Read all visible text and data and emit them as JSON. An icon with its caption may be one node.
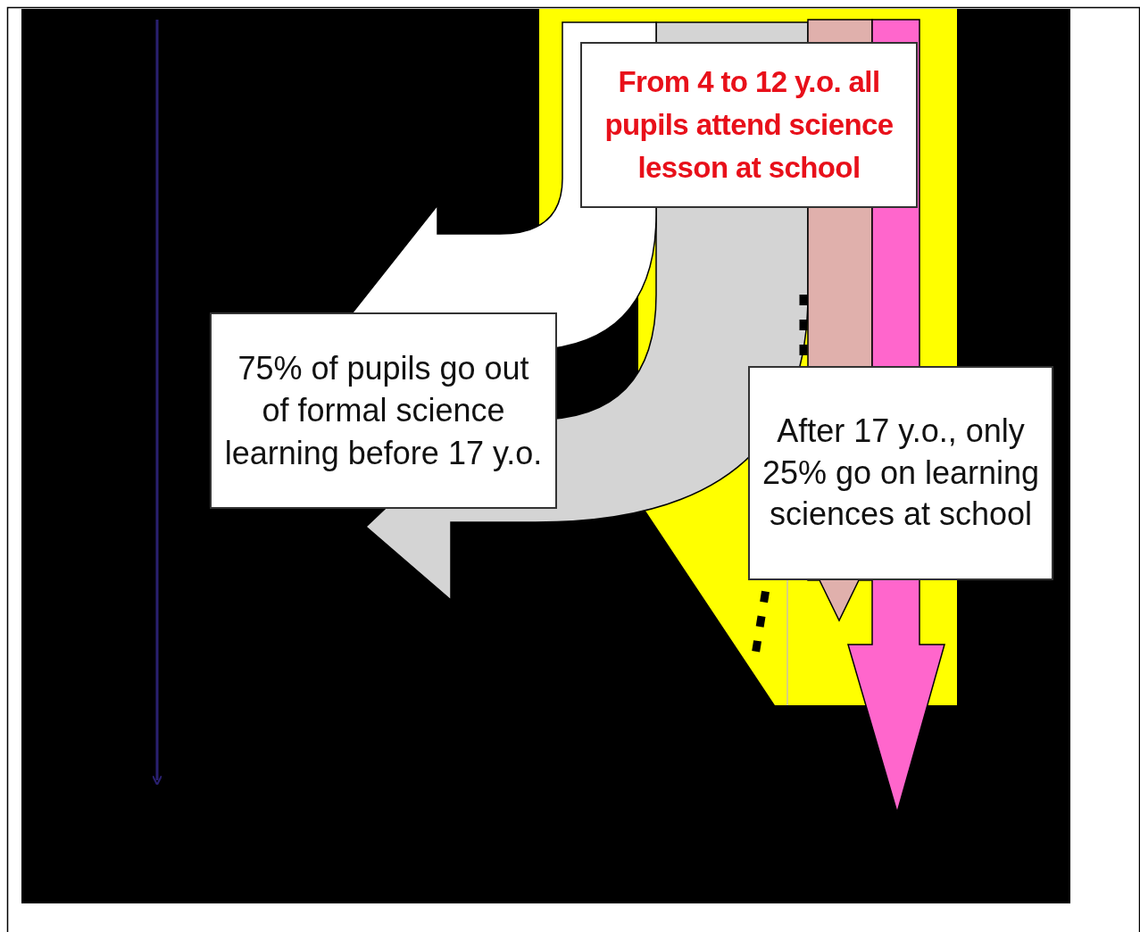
{
  "diagram": {
    "nodes": [
      {
        "text": [
          "From 4 to 12 y.o. all pupils attend science lesson at school"
        ]
      },
      {
        "text": [
          "75% of pupils go out of formal science learning before 17 y.o."
        ]
      },
      {
        "text": [
          "After 17 y.o., only 25% go on learning sciences at school"
        ]
      }
    ]
  }
}
